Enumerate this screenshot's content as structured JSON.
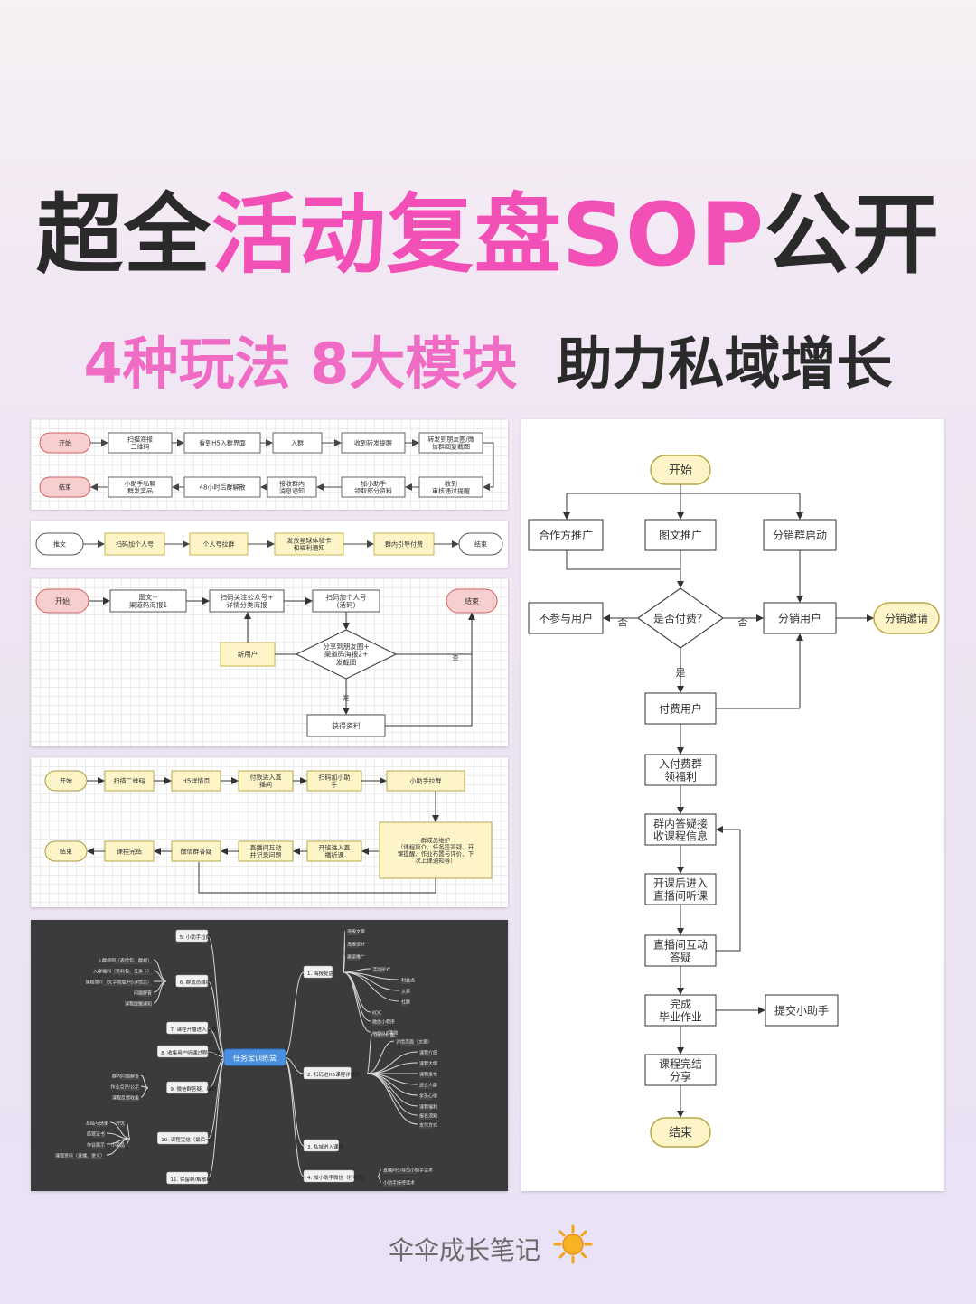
{
  "headline": {
    "part1": "超全",
    "part2": "活动复盘SOP",
    "part3": "公开"
  },
  "subline": {
    "part1": "4种玩法  8大模块",
    "part2": "助力私域增长"
  },
  "footer": {
    "author": "伞伞成长笔记"
  },
  "flow1": {
    "row1": [
      "开始",
      "扫描海报\n二维码",
      "看到H5入群界面",
      "入群",
      "收到转发提醒",
      "转发到朋友圈/微\n信群回复截图"
    ],
    "row2": [
      "结束",
      "小助手私聊\n群发奖品",
      "48小时后群解散",
      "接收群内\n消息通知",
      "加小助手\n领取部分资料",
      "收到\n审核通过提醒"
    ]
  },
  "flow2": {
    "nodes": [
      "推文",
      "扫码加个人号",
      "个人号拉群",
      "发放星球体验卡\n和福利通知",
      "群内引导付费",
      "结束"
    ]
  },
  "flow3": {
    "start": "开始",
    "end": "结束",
    "poster": "图文+\n渠道码海报1",
    "follow": "扫码关注公众号+\n详情分类海报",
    "addPersonal": "扫码加个人号\n(活码)",
    "decision": "分享到朋友圈+\n渠道码海报2+\n发截图",
    "newUser": "新用户",
    "getData": "获得资料",
    "yes": "是",
    "no": "否"
  },
  "flow4": {
    "row1": [
      "开始",
      "扫描二维码",
      "H5详情页",
      "付款进入直\n播间",
      "扫码加小助\n手",
      "小助手拉群"
    ],
    "maint": "群成员维护\n（课程简介、任务签答疑、开\n课提醒、作业布置与评价、下\n次上课通知等）",
    "row2": [
      "结束",
      "课程完结",
      "微信群答疑",
      "直播间互动\n并记录问题",
      "开班进入直\n播听课"
    ]
  },
  "mindmap": {
    "center": "任务宝训练营",
    "right": [
      "1. 海报复盘",
      "2. 扫码进H5课程详情页",
      "3. 私域进入课程",
      "4. 加小助手微信（打标签）"
    ],
    "rightSub1": [
      "海报文案",
      "海报设计",
      "渠道推广",
      "活动形式",
      "利益点",
      "文案",
      "社群",
      "KOC",
      "微信小程序",
      "webcut活动"
    ],
    "rightSub2": [
      "banner图",
      "详情页面（文案）",
      "课程介绍",
      "课程大纲",
      "课程发布",
      "适合人群",
      "学员心得",
      "课程福利",
      "报名须知",
      "支付方式"
    ],
    "rightSub4": [
      "直播间引导加小助手话术",
      "小助手接待话术"
    ],
    "left": [
      "5. 小助手拉群",
      "6. 群成员维护",
      "7. 课程开播进入直播",
      "8. 收集用户听课过程中问题",
      "9. 微信群答疑、维护",
      "10. 课程完结（最后一天）",
      "11. 保留群/解散群"
    ],
    "leftSub6": [
      "入群规则（表情包、群规）",
      "入群福利（资料包、任务卡）",
      "课程简介（文字简版/H5详情页）",
      "问题解答",
      "课程提醒通知"
    ],
    "leftSub9": [
      "群内问题解答",
      "作业点评/公示",
      "课程反馈收集"
    ],
    "leftSub10": [
      "总结与感谢",
      "结营证书",
      "作业展示",
      "课程资料（录播、讲义）",
      "评优",
      "小奖品"
    ]
  },
  "flow5": {
    "start": "开始",
    "coop": "合作方推广",
    "article": "图文推广",
    "dist": "分销群启动",
    "decision": "是否付费？",
    "nonPart": "不参与用户",
    "distUser": "分销用户",
    "invite": "分销邀请",
    "paid": "付费用户",
    "joinGroup": "入付费群\n领福利",
    "qa": "群内答疑接\n收课程信息",
    "live": "开课后进入\n直播间听课",
    "interact": "直播间互动\n答疑",
    "homework": "完成\n毕业作业",
    "submit": "提交小助手",
    "share": "课程完结\n分享",
    "end": "结束",
    "yes": "是",
    "no": "否"
  }
}
